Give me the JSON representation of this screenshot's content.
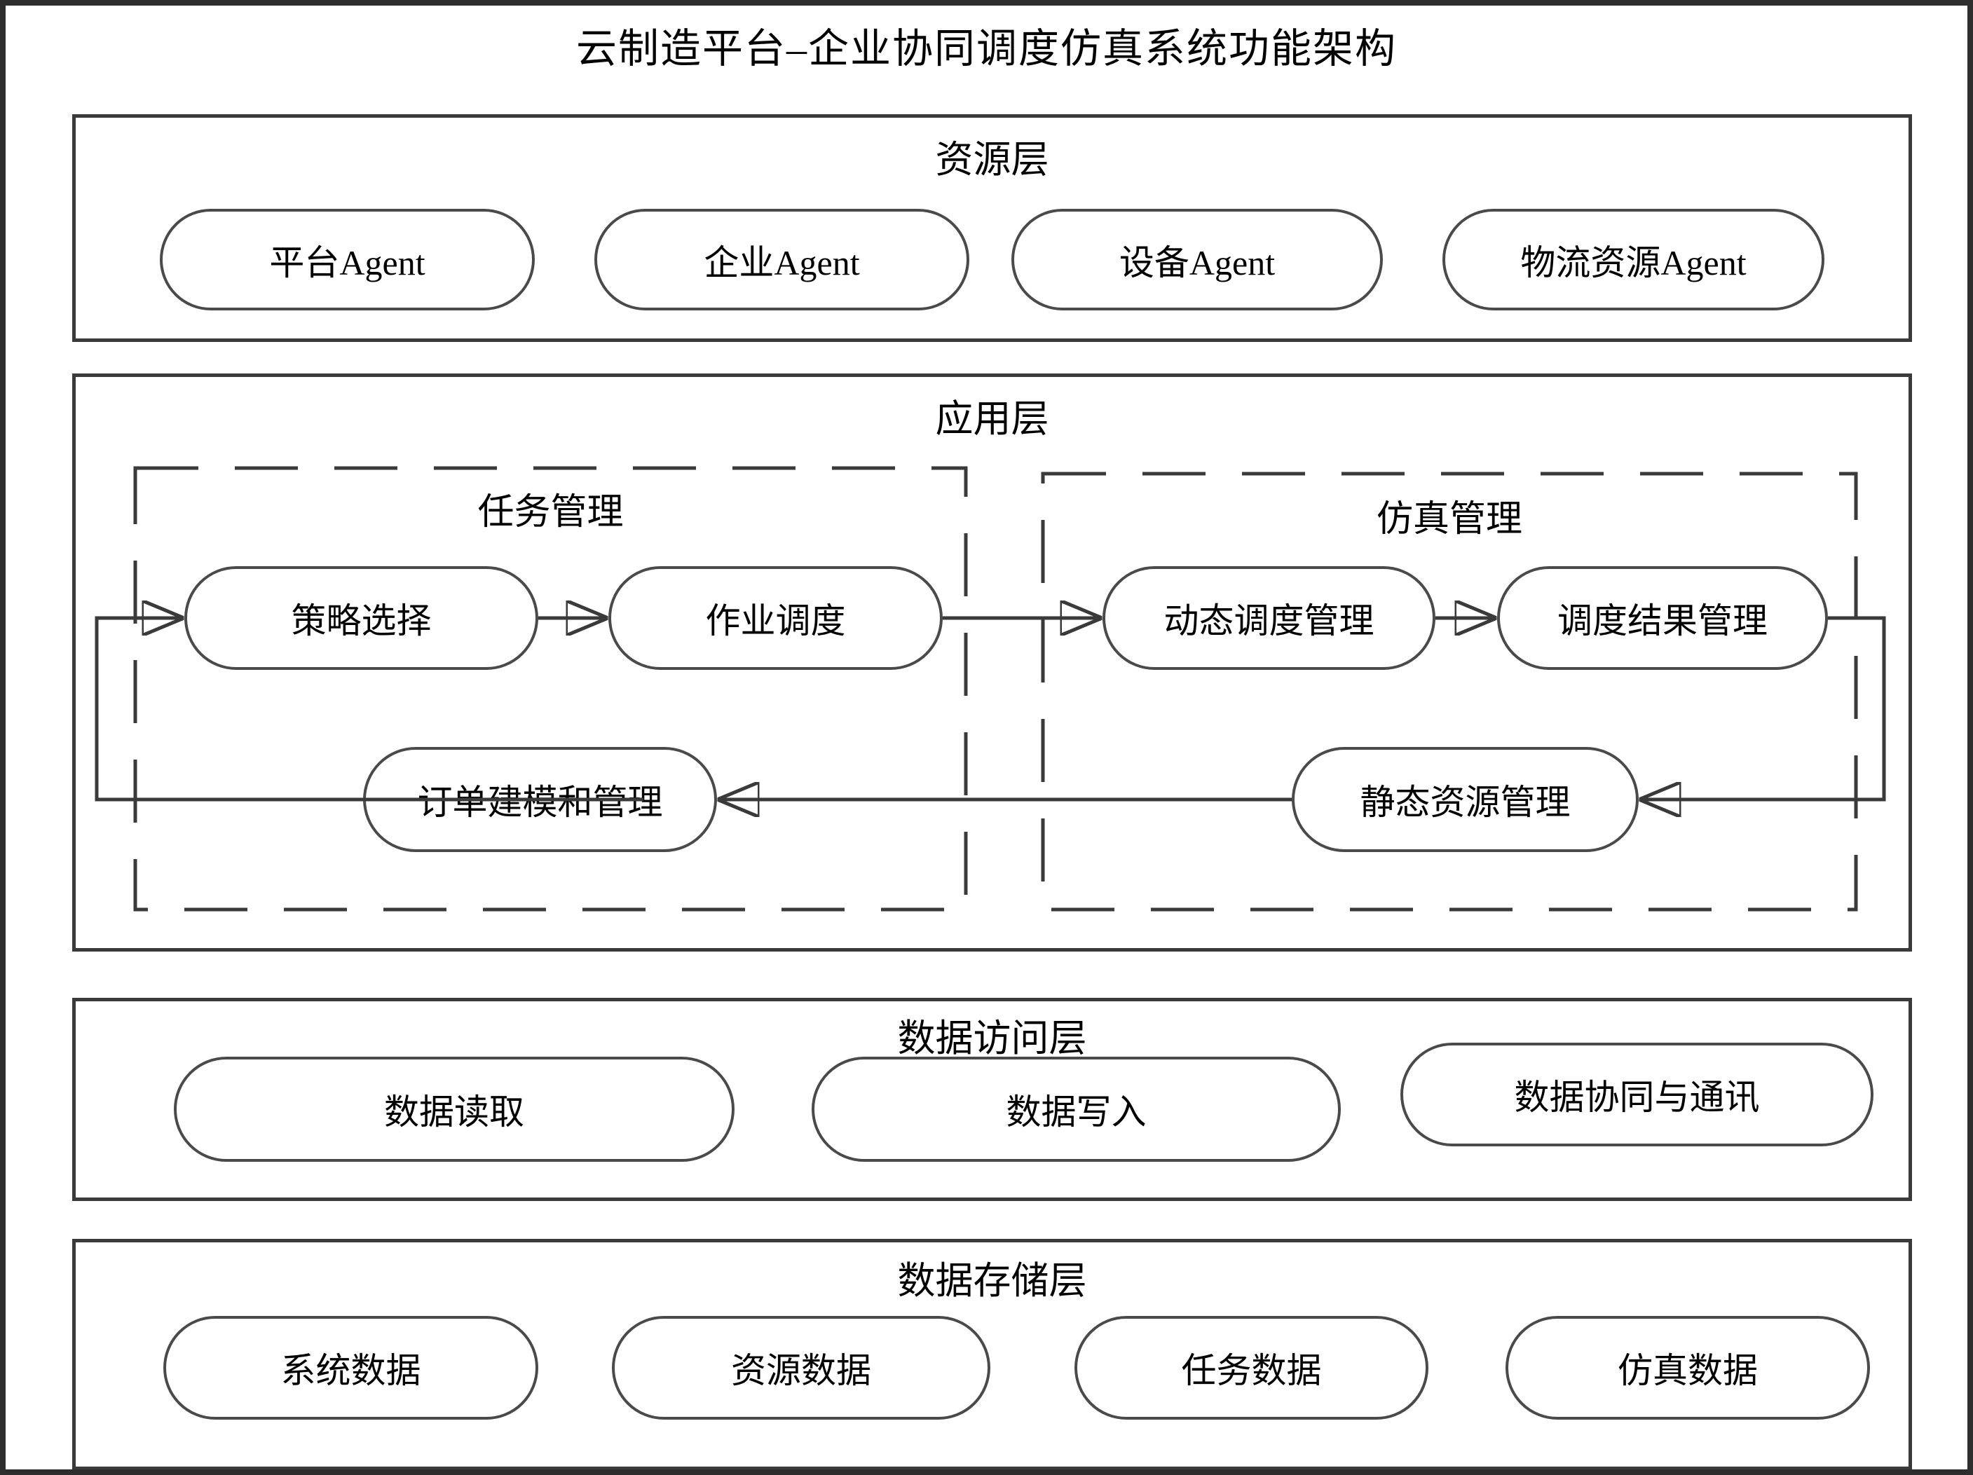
{
  "diagram_title": "云制造平台–企业协同调度仿真系统功能架构",
  "layers": {
    "resource": {
      "label": "资源层",
      "pills": [
        "平台Agent",
        "企业Agent",
        "设备Agent",
        "物流资源Agent"
      ]
    },
    "application": {
      "label": "应用层",
      "groups": {
        "task": {
          "label": "任务管理",
          "pills": [
            "策略选择",
            "作业调度",
            "订单建模和管理"
          ]
        },
        "simulation": {
          "label": "仿真管理",
          "pills": [
            "动态调度管理",
            "调度结果管理",
            "静态资源管理"
          ]
        }
      }
    },
    "data_access": {
      "label": "数据访问层",
      "pills": [
        "数据读取",
        "数据写入",
        "数据协同与通讯"
      ]
    },
    "data_storage": {
      "label": "数据存储层",
      "pills": [
        "系统数据",
        "资源数据",
        "任务数据",
        "仿真数据"
      ]
    }
  },
  "connections": [
    {
      "from": "策略选择",
      "to": "作业调度"
    },
    {
      "from": "作业调度",
      "to": "动态调度管理"
    },
    {
      "from": "动态调度管理",
      "to": "调度结果管理"
    },
    {
      "from": "调度结果管理",
      "to": "静态资源管理"
    },
    {
      "from": "静态资源管理",
      "to": "订单建模和管理"
    },
    {
      "from": "订单建模和管理",
      "to": "策略选择"
    }
  ],
  "colors": {
    "line": "#3a3a3a",
    "pill_border": "#4a4a4a",
    "outer_border": "#2d2d2d",
    "text": "#000000",
    "background": "#ffffff"
  }
}
